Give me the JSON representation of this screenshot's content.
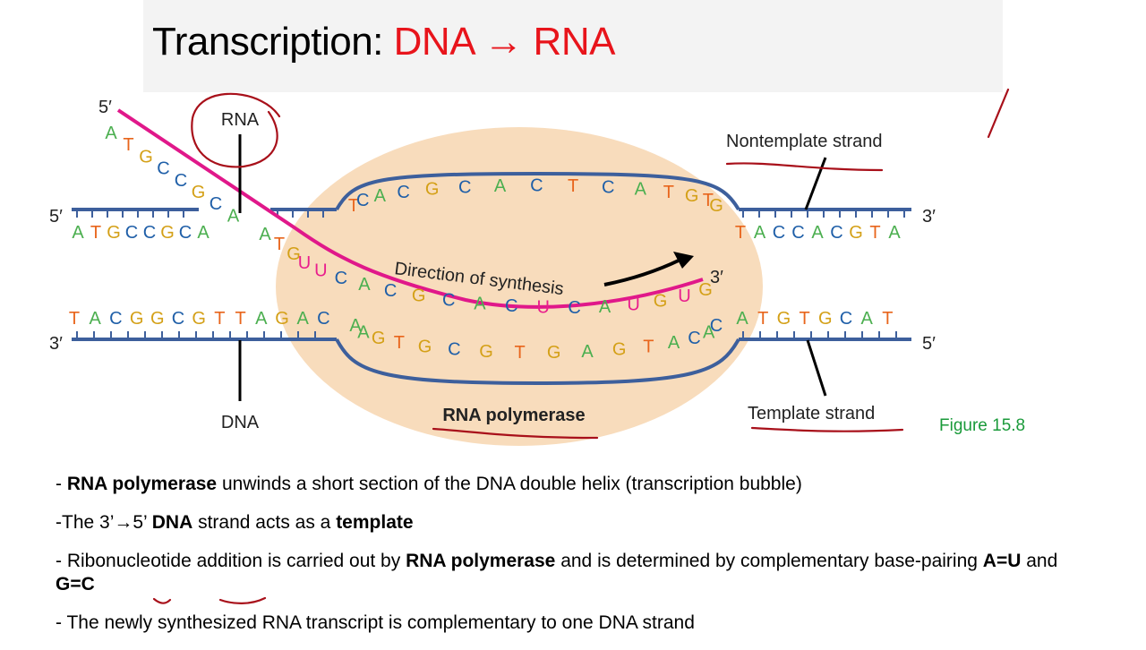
{
  "title": {
    "prefix": "Transcription: ",
    "highlight": "DNA → RNA"
  },
  "figure_ref": "Figure 15.8",
  "diagram": {
    "labels": {
      "rna": "RNA",
      "dna": "DNA",
      "nontemplate": "Nontemplate strand",
      "template": "Template strand",
      "polymerase": "RNA polymerase",
      "direction": "Direction of synthesis",
      "five_prime": "5′",
      "three_prime": "3′"
    },
    "sequences": {
      "top_left": "ATGCCGCA",
      "top_right": "TACCACGTA",
      "top_arc": "TCACGCACTCATGTG",
      "rna_out": "ATGCCGCA",
      "rna_mid": "ATG",
      "rna_arc": "UUCACGCACUCAUGUG",
      "bottom_left": "TACGGCGTTAGAC",
      "bottom_right": "ATGTGCAT",
      "bottom_arc": "AAGTGCGTGAGTACAC"
    },
    "colors": {
      "A": "#4caf50",
      "T": "#e8651c",
      "G": "#d4a017",
      "C": "#1f5fa8",
      "U": "#e91e8c"
    }
  },
  "bullets": [
    {
      "parts": [
        {
          "t": "- ",
          "b": false
        },
        {
          "t": "RNA polymerase",
          "b": true
        },
        {
          "t": " unwinds a short section of the DNA double helix (transcription bubble)",
          "b": false
        }
      ]
    },
    {
      "parts": [
        {
          "t": "-The 3’→5’ ",
          "b": false
        },
        {
          "t": "DNA",
          "b": true
        },
        {
          "t": " strand acts as a ",
          "b": false
        },
        {
          "t": "template",
          "b": true
        }
      ]
    },
    {
      "parts": [
        {
          "t": "- Ribonucleotide addition is carried out by ",
          "b": false
        },
        {
          "t": "RNA polymerase",
          "b": true
        },
        {
          "t": " and is determined by  complementary base-pairing ",
          "b": false
        },
        {
          "t": "A=U",
          "b": true
        },
        {
          "t": " and ",
          "b": false
        },
        {
          "t": "G=C",
          "b": true
        }
      ]
    },
    {
      "parts": [
        {
          "t": "- The newly synthesized RNA transcript is complementary to one DNA strand",
          "b": false
        }
      ]
    }
  ]
}
